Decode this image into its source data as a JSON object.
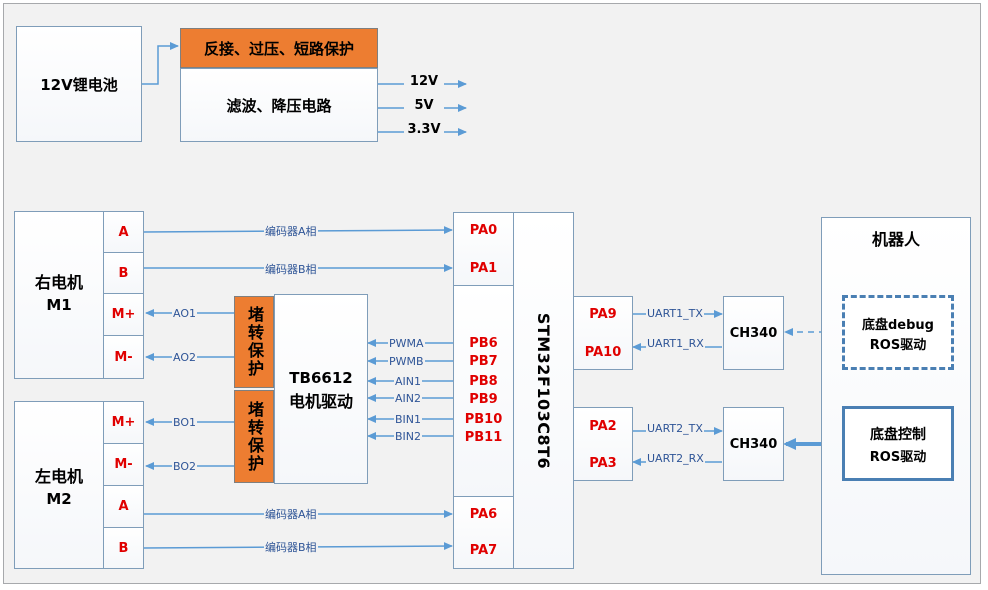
{
  "power": {
    "battery": "12V锂电池",
    "protection": "反接、过压、短路保护",
    "filter": "滤波、降压电路",
    "outputs": [
      "12V",
      "5V",
      "3.3V"
    ]
  },
  "motor_right": {
    "name_line1": "右电机",
    "name_line2": "M1",
    "pins": [
      "A",
      "B",
      "M+",
      "M-"
    ]
  },
  "motor_left": {
    "name_line1": "左电机",
    "name_line2": "M2",
    "pins": [
      "M+",
      "M-",
      "A",
      "B"
    ]
  },
  "driver": {
    "name_line1": "TB6612",
    "name_line2": "电机驱动",
    "stall_protect": "堵转保护",
    "outputs_right": [
      "AO1",
      "AO2"
    ],
    "outputs_left": [
      "BO1",
      "BO2"
    ],
    "inputs": [
      "PWMA",
      "PWMB",
      "AIN1",
      "AIN2",
      "BIN1",
      "BIN2"
    ]
  },
  "mcu": {
    "name": "STM32F103C8T6",
    "pins_top": [
      "PA0",
      "PA1"
    ],
    "pins_mid": [
      "PB6",
      "PB7",
      "PB8",
      "PB9",
      "PB10",
      "PB11"
    ],
    "pins_bottom": [
      "PA6",
      "PA7"
    ],
    "uart1_pins": [
      "PA9",
      "PA10"
    ],
    "uart2_pins": [
      "PA2",
      "PA3"
    ]
  },
  "encoder": {
    "phase_a": "编码器A相",
    "phase_b": "编码器B相"
  },
  "uart": {
    "uart1_tx": "UART1_TX",
    "uart1_rx": "UART1_RX",
    "uart2_tx": "UART2_TX",
    "uart2_rx": "UART2_RX",
    "bridge": "CH340"
  },
  "robot": {
    "title": "机器人",
    "debug_line1": "底盘debug",
    "debug_line2": "ROS驱动",
    "control_line1": "底盘控制",
    "control_line2": "ROS驱动"
  },
  "colors": {
    "box_border": "#7f9db9",
    "arrow": "#5b9bd5",
    "pin_text": "#e00000",
    "protect_fill": "#ed7d31",
    "ros_border": "#4a7fb3"
  }
}
